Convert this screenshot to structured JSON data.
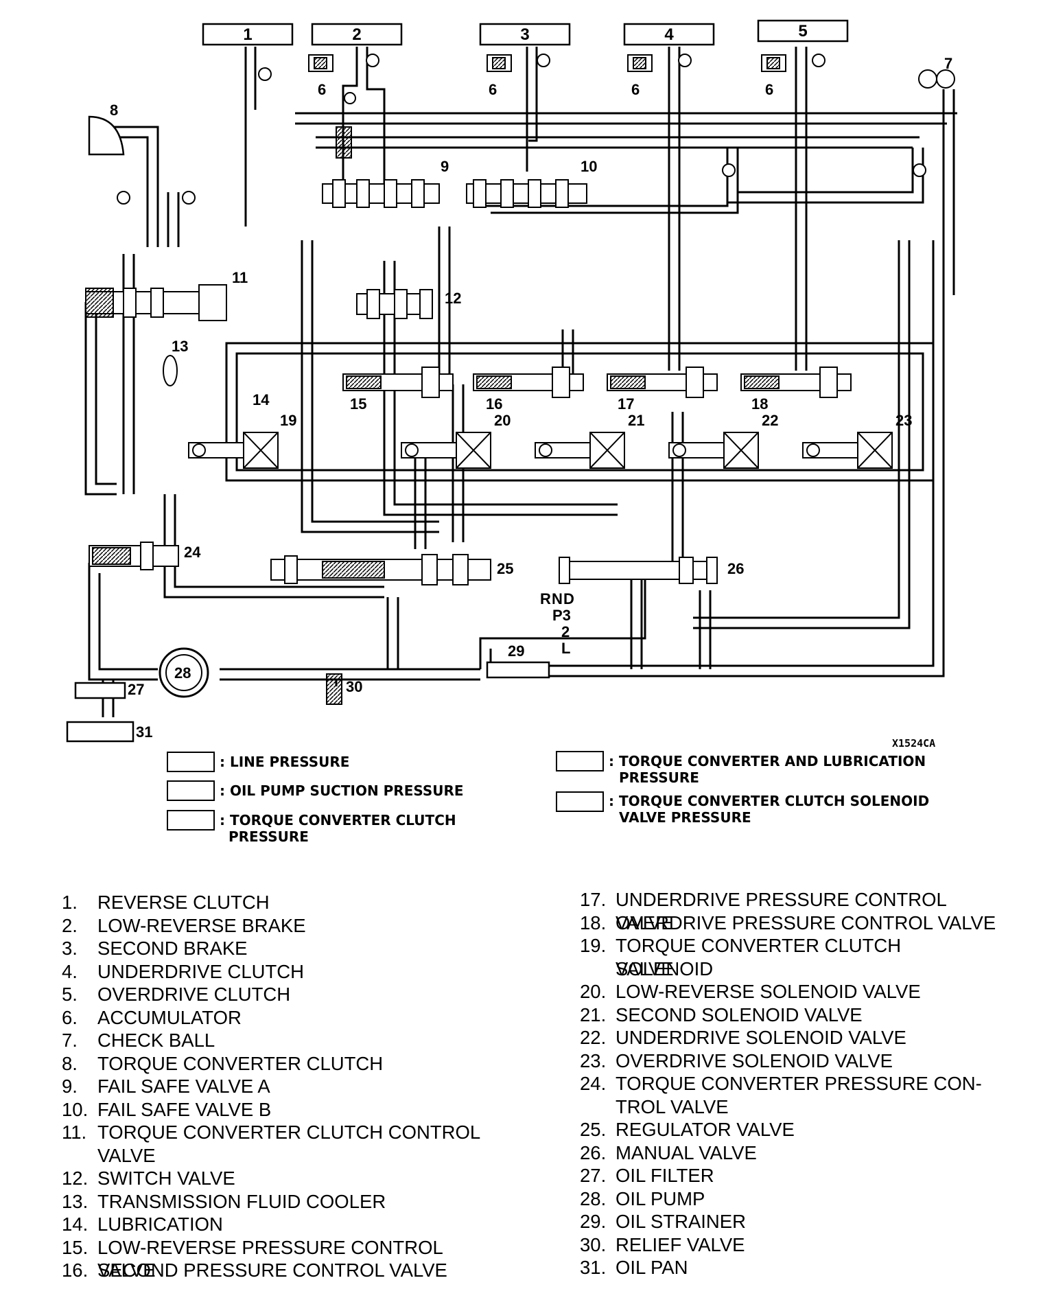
{
  "figure_code": "X1524CA",
  "clutch_boxes": [
    "1",
    "2",
    "3",
    "4",
    "5"
  ],
  "callouts": {
    "accumulator": "6",
    "check_ball": "7",
    "tcc": "8",
    "fail_safe_a": "9",
    "fail_safe_b": "10",
    "tcc_control": "11",
    "switch_valve": "12",
    "cooler": "13",
    "lubrication": "14",
    "pcv": [
      "15",
      "16",
      "17",
      "18"
    ],
    "solenoids": [
      "19",
      "20",
      "21",
      "22",
      "23"
    ],
    "tc_pressure_control": "24",
    "regulator": "25",
    "manual": "26",
    "filter": "27",
    "pump": "28",
    "strainer": "29",
    "relief": "30",
    "pan": "31"
  },
  "shift_positions": [
    "R",
    "N",
    "D",
    "P3",
    "2",
    "L"
  ],
  "legend": [
    {
      "label": ": LINE PRESSURE",
      "label2": ""
    },
    {
      "label": ": OIL PUMP SUCTION PRESSURE",
      "label2": ""
    },
    {
      "label": ": TORQUE CONVERTER CLUTCH",
      "label2": "PRESSURE"
    },
    {
      "label": ": TORQUE CONVERTER AND LUBRICATION",
      "label2": "PRESSURE"
    },
    {
      "label": ": TORQUE CONVERTER CLUTCH SOLENOID",
      "label2": "VALVE PRESSURE"
    }
  ],
  "parts_left": [
    {
      "num": "1.",
      "name": "REVERSE CLUTCH"
    },
    {
      "num": "2.",
      "name": "LOW-REVERSE BRAKE"
    },
    {
      "num": "3.",
      "name": "SECOND BRAKE"
    },
    {
      "num": "4.",
      "name": "UNDERDRIVE CLUTCH"
    },
    {
      "num": "5.",
      "name": "OVERDRIVE CLUTCH"
    },
    {
      "num": "6.",
      "name": "ACCUMULATOR"
    },
    {
      "num": "7.",
      "name": "CHECK BALL"
    },
    {
      "num": "8.",
      "name": "TORQUE CONVERTER CLUTCH"
    },
    {
      "num": "9.",
      "name": "FAIL SAFE VALVE A"
    },
    {
      "num": "10.",
      "name": "FAIL SAFE VALVE B"
    },
    {
      "num": "11.",
      "name": "TORQUE CONVERTER CLUTCH CONTROL",
      "name2": "VALVE"
    },
    {
      "num": "12.",
      "name": "SWITCH VALVE"
    },
    {
      "num": "13.",
      "name": "TRANSMISSION FLUID COOLER"
    },
    {
      "num": "14.",
      "name": "LUBRICATION"
    },
    {
      "num": "15.",
      "name": "LOW-REVERSE PRESSURE CONTROL VALVE"
    },
    {
      "num": "16.",
      "name": "SECOND PRESSURE CONTROL VALVE"
    }
  ],
  "parts_right": [
    {
      "num": "17.",
      "name": "UNDERDRIVE PRESSURE CONTROL VALVE"
    },
    {
      "num": "18.",
      "name": "OVERDRIVE PRESSURE CONTROL VALVE"
    },
    {
      "num": "19.",
      "name": "TORQUE CONVERTER CLUTCH SOLENOID",
      "name2": "VALVE"
    },
    {
      "num": "20.",
      "name": "LOW-REVERSE SOLENOID VALVE"
    },
    {
      "num": "21.",
      "name": "SECOND SOLENOID VALVE"
    },
    {
      "num": "22.",
      "name": "UNDERDRIVE SOLENOID VALVE"
    },
    {
      "num": "23.",
      "name": "OVERDRIVE SOLENOID VALVE"
    },
    {
      "num": "24.",
      "name": "TORQUE CONVERTER PRESSURE CON-",
      "name2": "TROL VALVE"
    },
    {
      "num": "25.",
      "name": "REGULATOR VALVE"
    },
    {
      "num": "26.",
      "name": "MANUAL VALVE"
    },
    {
      "num": "27.",
      "name": "OIL FILTER"
    },
    {
      "num": "28.",
      "name": "OIL PUMP"
    },
    {
      "num": "29.",
      "name": "OIL STRAINER"
    },
    {
      "num": "30.",
      "name": "RELIEF VALVE"
    },
    {
      "num": "31.",
      "name": "OIL PAN"
    }
  ]
}
